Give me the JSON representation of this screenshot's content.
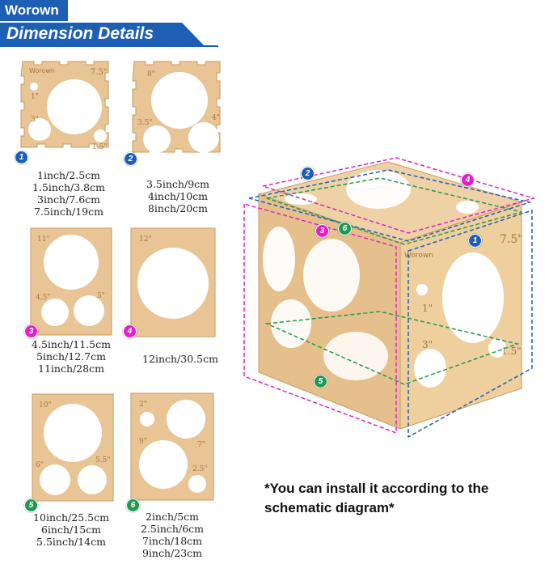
{
  "brand": "Worown",
  "title": "Dimension Details",
  "panels": [
    {
      "badge": "1",
      "color": "#1e5fb6",
      "dims": [
        "1inch/2.5cm",
        "1.5inch/3.8cm",
        "3inch/7.6cm",
        "7.5inch/19cm"
      ],
      "marks": [
        "Worown",
        "7.5\"",
        "1\"",
        "3\"",
        "1.5\""
      ]
    },
    {
      "badge": "2",
      "color": "#1e5fb6",
      "dims": [
        "3.5inch/9cm",
        "4inch/10cm",
        "8inch/20cm"
      ],
      "marks": [
        "8\"",
        "3.5\"",
        "4\""
      ]
    },
    {
      "badge": "3",
      "color": "#e020c8",
      "dims": [
        "4.5inch/11.5cm",
        "5inch/12.7cm",
        "11inch/28cm"
      ],
      "marks": [
        "11\"",
        "4.5\"",
        "5\""
      ]
    },
    {
      "badge": "4",
      "color": "#e020c8",
      "dims": [
        "12inch/30.5cm"
      ],
      "marks": [
        "12\""
      ]
    },
    {
      "badge": "5",
      "color": "#1f9a50",
      "dims": [
        "10inch/25.5cm",
        "6inch/15cm",
        "5.5inch/14cm"
      ],
      "marks": [
        "10\"",
        "6\"",
        "5.5\""
      ]
    },
    {
      "badge": "6",
      "color": "#1f9a50",
      "dims": [
        "2inch/5cm",
        "2.5inch/6cm",
        "7inch/18cm",
        "9inch/23cm"
      ],
      "marks": [
        "2\"",
        "9\"",
        "7\"",
        "2.5\""
      ]
    }
  ],
  "cube": {
    "badges": [
      "2",
      "4",
      "3",
      "6",
      "1",
      "5"
    ],
    "front_marks": [
      "Worown",
      "7.5\"",
      "1\"",
      "3\"",
      "1.5\""
    ],
    "colors": {
      "blue": "#1e5fb6",
      "magenta": "#e020c8",
      "green": "#1f9a50"
    }
  },
  "note": "*You can install it according to the schematic diagram*"
}
